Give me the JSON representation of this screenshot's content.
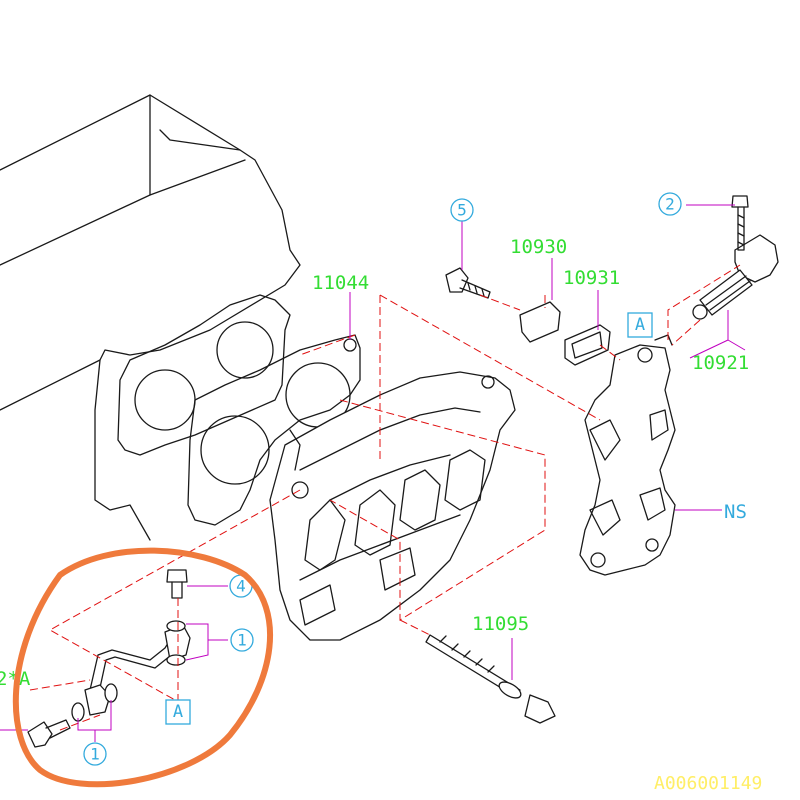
{
  "part_numbers": {
    "p11044": "11044",
    "p10930": "10930",
    "p10931": "10931",
    "p10921": "10921",
    "p11095": "11095",
    "ns": "NS",
    "p2a": "2*A"
  },
  "circled_refs": {
    "r5": "5",
    "r2": "2",
    "r4": "4",
    "r1a": "1",
    "r1b": "1"
  },
  "boxed_refs": {
    "a_top": "A",
    "a_bottom": "A"
  },
  "reference_code": "A006001149",
  "colors": {
    "part_number_text": "#33dd33",
    "callout_text": "#33aadd",
    "dashed_guides": "#e01010",
    "leader_lines": "#c000c0",
    "highlight_circle": "#ef7a3c",
    "reference_code": "#ffee66"
  }
}
